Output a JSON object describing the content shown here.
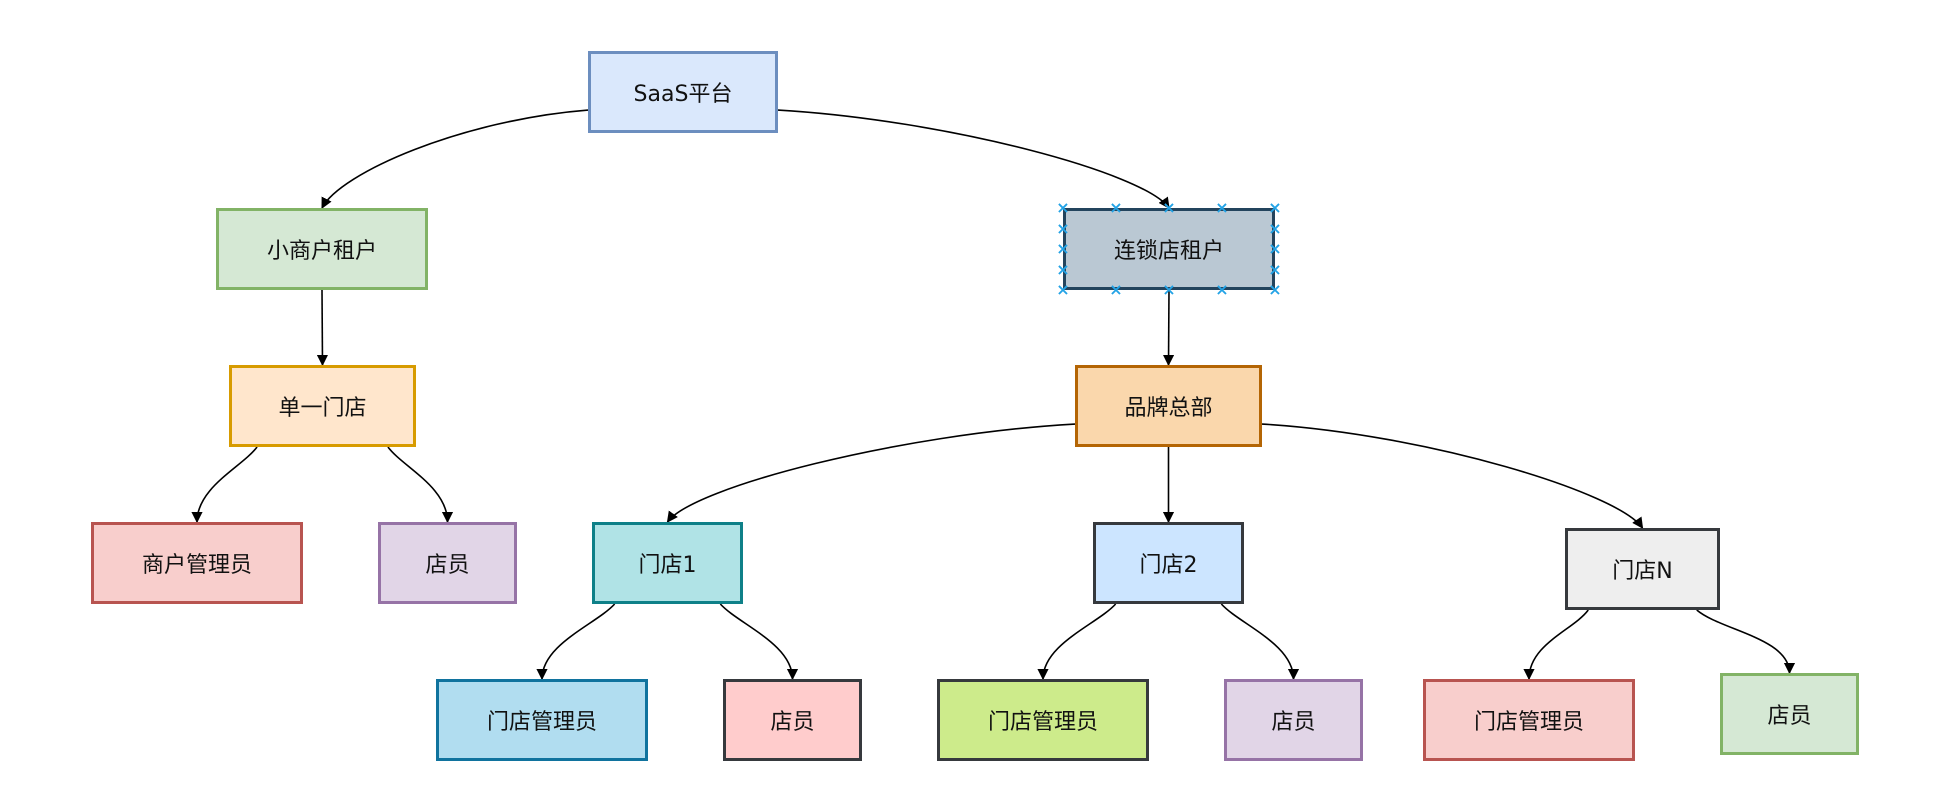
{
  "diagram": {
    "nodes": {
      "saas": {
        "label": "SaaS平台",
        "fill": "#dae8fc",
        "stroke": "#6c8ebf"
      },
      "small_tenant": {
        "label": "小商户租户",
        "fill": "#d5e8d4",
        "stroke": "#82b366"
      },
      "chain_tenant": {
        "label": "连锁店租户",
        "fill": "#bac8d3",
        "stroke": "#23445d"
      },
      "single_store": {
        "label": "单一门店",
        "fill": "#ffe6cc",
        "stroke": "#d79b00"
      },
      "hq": {
        "label": "品牌总部",
        "fill": "#fad7ac",
        "stroke": "#b46504"
      },
      "merchant_admin": {
        "label": "商户管理员",
        "fill": "#f8cecc",
        "stroke": "#b85450"
      },
      "small_clerk": {
        "label": "店员",
        "fill": "#e1d5e7",
        "stroke": "#9673a6"
      },
      "store1": {
        "label": "门店1",
        "fill": "#b0e3e6",
        "stroke": "#0e8088"
      },
      "store2": {
        "label": "门店2",
        "fill": "#cce5ff",
        "stroke": "#36393d"
      },
      "storeN": {
        "label": "门店N",
        "fill": "#eeeeee",
        "stroke": "#36393d"
      },
      "s1_admin": {
        "label": "门店管理员",
        "fill": "#b1ddf0",
        "stroke": "#10739e"
      },
      "s1_clerk": {
        "label": "店员",
        "fill": "#ffcccc",
        "stroke": "#36393d"
      },
      "s2_admin": {
        "label": "门店管理员",
        "fill": "#cdeb8b",
        "stroke": "#36393d"
      },
      "s2_clerk": {
        "label": "店员",
        "fill": "#e1d5e7",
        "stroke": "#9673a6"
      },
      "sN_admin": {
        "label": "门店管理员",
        "fill": "#f8cecc",
        "stroke": "#b85450"
      },
      "sN_clerk": {
        "label": "店员",
        "fill": "#d5e8d4",
        "stroke": "#82b366"
      }
    },
    "edges": [
      {
        "from": "saas",
        "to": "small_tenant"
      },
      {
        "from": "saas",
        "to": "chain_tenant"
      },
      {
        "from": "small_tenant",
        "to": "single_store"
      },
      {
        "from": "chain_tenant",
        "to": "hq"
      },
      {
        "from": "single_store",
        "to": "merchant_admin"
      },
      {
        "from": "single_store",
        "to": "small_clerk"
      },
      {
        "from": "hq",
        "to": "store1"
      },
      {
        "from": "hq",
        "to": "store2"
      },
      {
        "from": "hq",
        "to": "storeN"
      },
      {
        "from": "store1",
        "to": "s1_admin"
      },
      {
        "from": "store1",
        "to": "s1_clerk"
      },
      {
        "from": "store2",
        "to": "s2_admin"
      },
      {
        "from": "store2",
        "to": "s2_clerk"
      },
      {
        "from": "storeN",
        "to": "sN_admin"
      },
      {
        "from": "storeN",
        "to": "sN_clerk"
      }
    ],
    "selected_node": "chain_tenant",
    "selection_handle_color": "#23a3e6",
    "edge_color": "#000000"
  }
}
